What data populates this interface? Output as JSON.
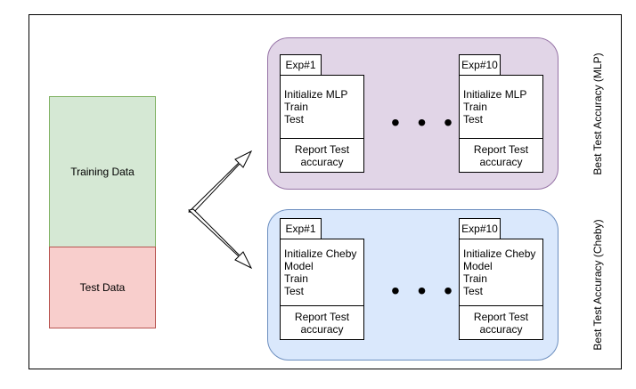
{
  "data_blocks": {
    "training": "Training Data",
    "test": "Test Data"
  },
  "mlp": {
    "side_label": "Best Test Accuracy (MLP)",
    "exp_first": {
      "tab": "Exp#1",
      "steps": [
        "Initialize MLP",
        "Train",
        "Test"
      ],
      "report": [
        "Report Test",
        "accuracy"
      ]
    },
    "exp_last": {
      "tab": "Exp#10",
      "steps": [
        "Initialize MLP",
        "Train",
        "Test"
      ],
      "report": [
        "Report Test",
        "accuracy"
      ]
    },
    "ellipsis": "• • •"
  },
  "cheby": {
    "side_label": "Best Test Accuracy (Cheby)",
    "exp_first": {
      "tab": "Exp#1",
      "steps": [
        "Initialize Cheby",
        "Model",
        "Train",
        "Test"
      ],
      "report": [
        "Report Test",
        "accuracy"
      ]
    },
    "exp_last": {
      "tab": "Exp#10",
      "steps": [
        "Initialize Cheby",
        "Model",
        "Train",
        "Test"
      ],
      "report": [
        "Report Test",
        "accuracy"
      ]
    },
    "ellipsis": "• • •"
  },
  "colors": {
    "training_fill": "#d5e8d4",
    "test_fill": "#f8cecc",
    "mlp_group_fill": "#e1d5e7",
    "cheby_group_fill": "#dae8fc"
  }
}
